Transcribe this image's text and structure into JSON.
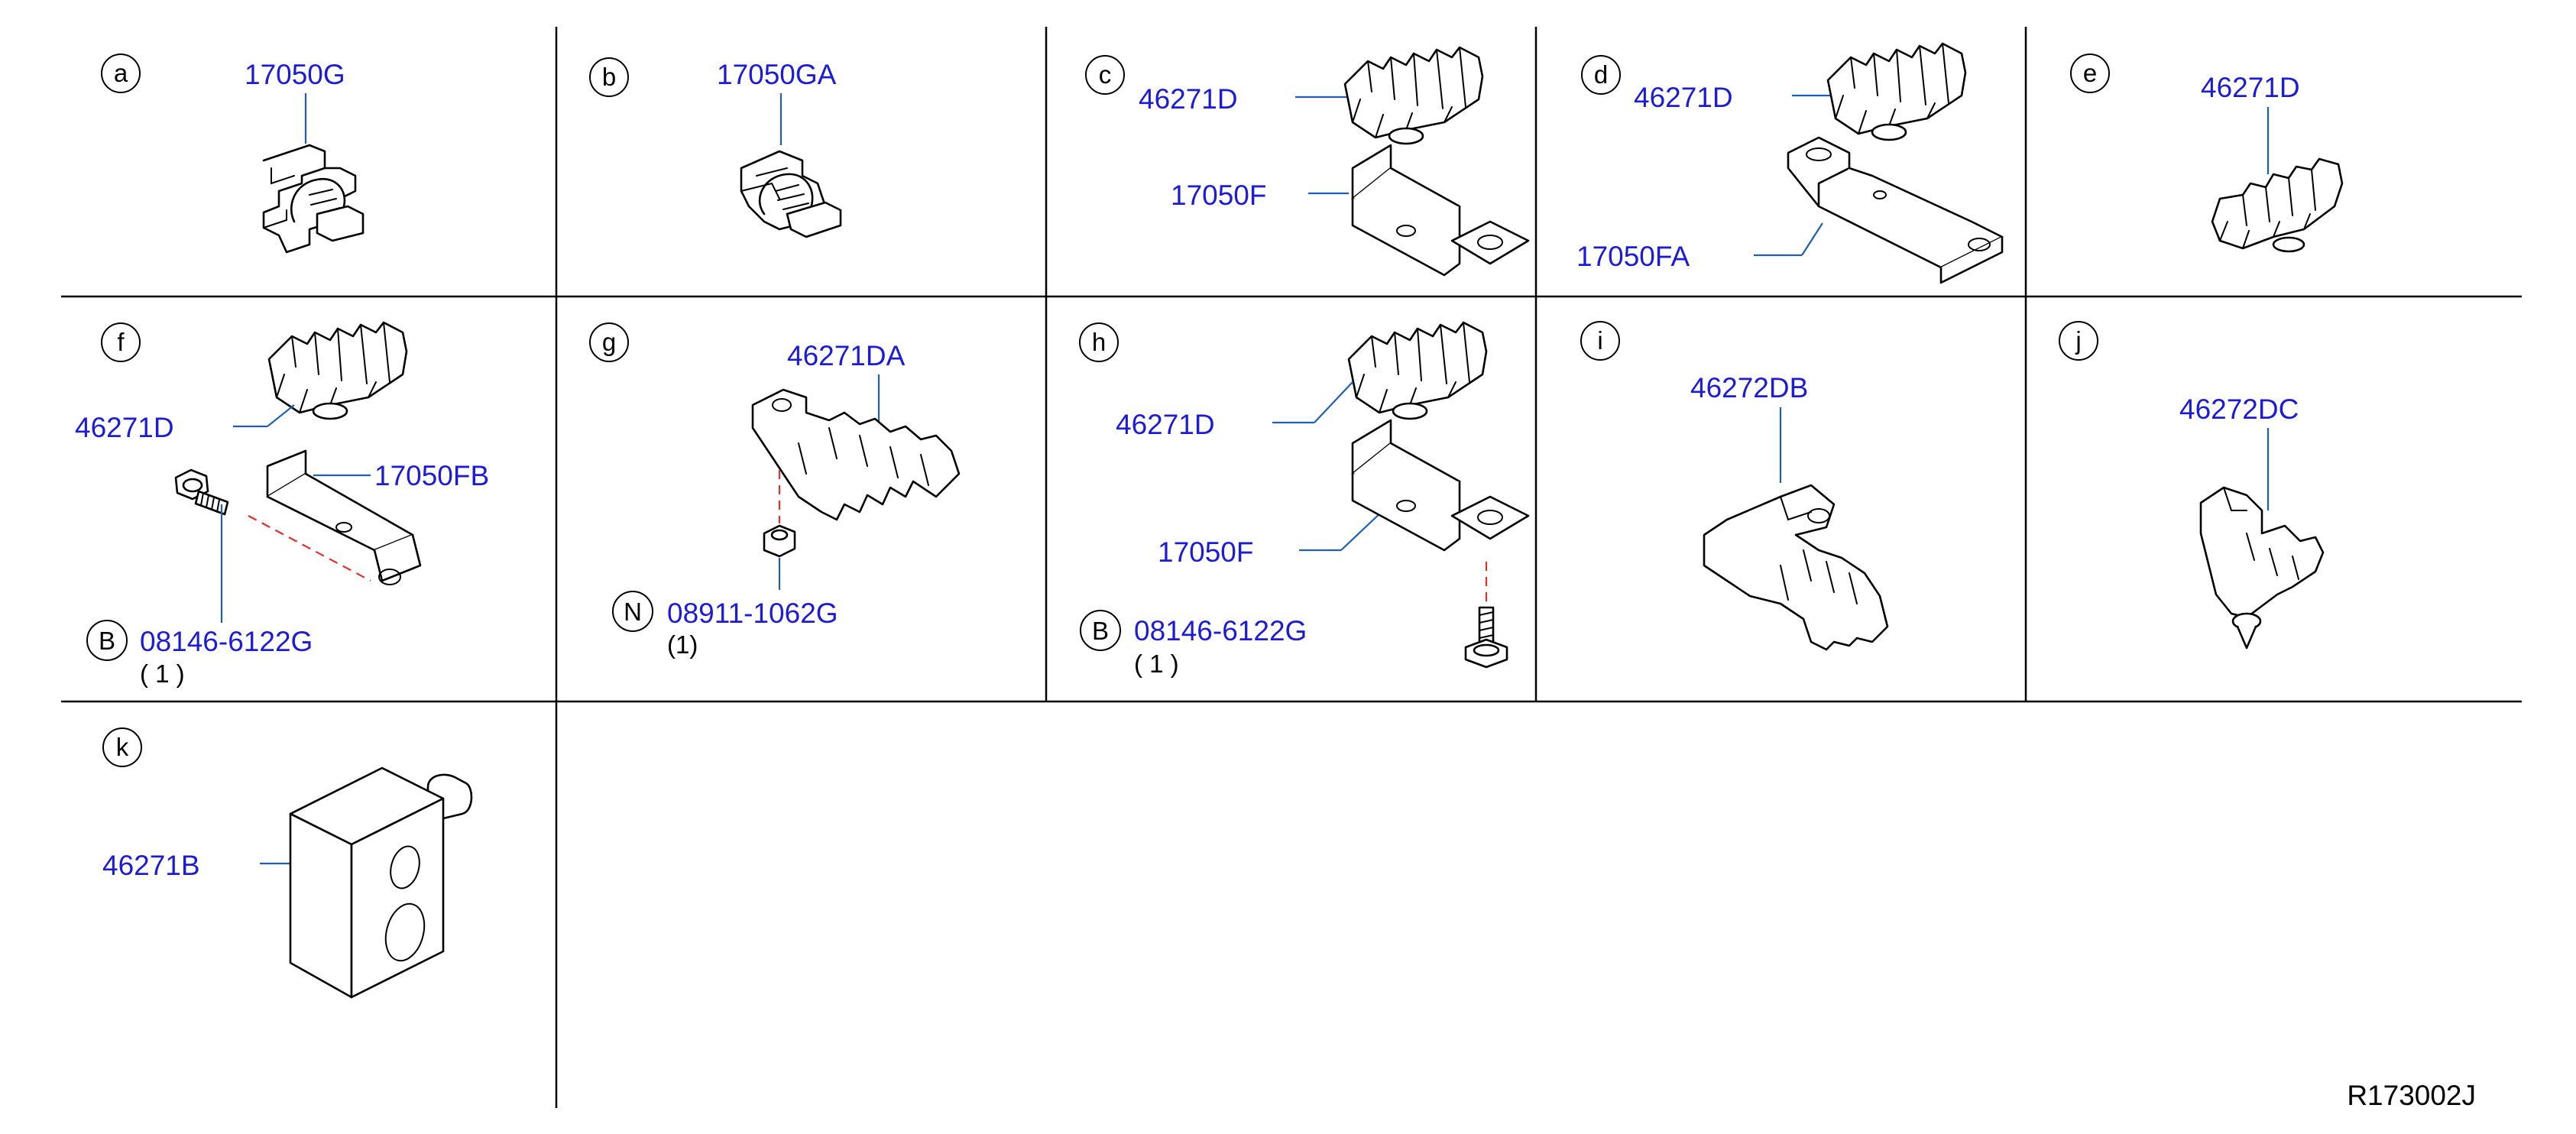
{
  "cells": [
    {
      "letter": "a",
      "parts": [
        "17050G"
      ]
    },
    {
      "letter": "b",
      "parts": [
        "17050GA"
      ]
    },
    {
      "letter": "c",
      "parts": [
        "46271D",
        "17050F"
      ]
    },
    {
      "letter": "d",
      "parts": [
        "46271D",
        "17050FA"
      ]
    },
    {
      "letter": "e",
      "parts": [
        "46271D"
      ]
    },
    {
      "letter": "f",
      "parts": [
        "46271D",
        "17050FB"
      ],
      "fastener": {
        "symbol": "B",
        "part": "08146-6122G",
        "qty": "( 1 )"
      }
    },
    {
      "letter": "g",
      "parts": [
        "46271DA"
      ],
      "fastener": {
        "symbol": "N",
        "part": "08911-1062G",
        "qty": "(1)"
      }
    },
    {
      "letter": "h",
      "parts": [
        "46271D",
        "17050F"
      ],
      "fastener": {
        "symbol": "B",
        "part": "08146-6122G",
        "qty": "( 1 )"
      }
    },
    {
      "letter": "i",
      "parts": [
        "46272DB"
      ]
    },
    {
      "letter": "j",
      "parts": [
        "46272DC"
      ]
    },
    {
      "letter": "k",
      "parts": [
        "46271B"
      ]
    }
  ],
  "diagram_ref": "R173002J",
  "icons": [
    "hose-clamp",
    "clip",
    "bracket",
    "bolt",
    "nut",
    "block-clamp"
  ]
}
